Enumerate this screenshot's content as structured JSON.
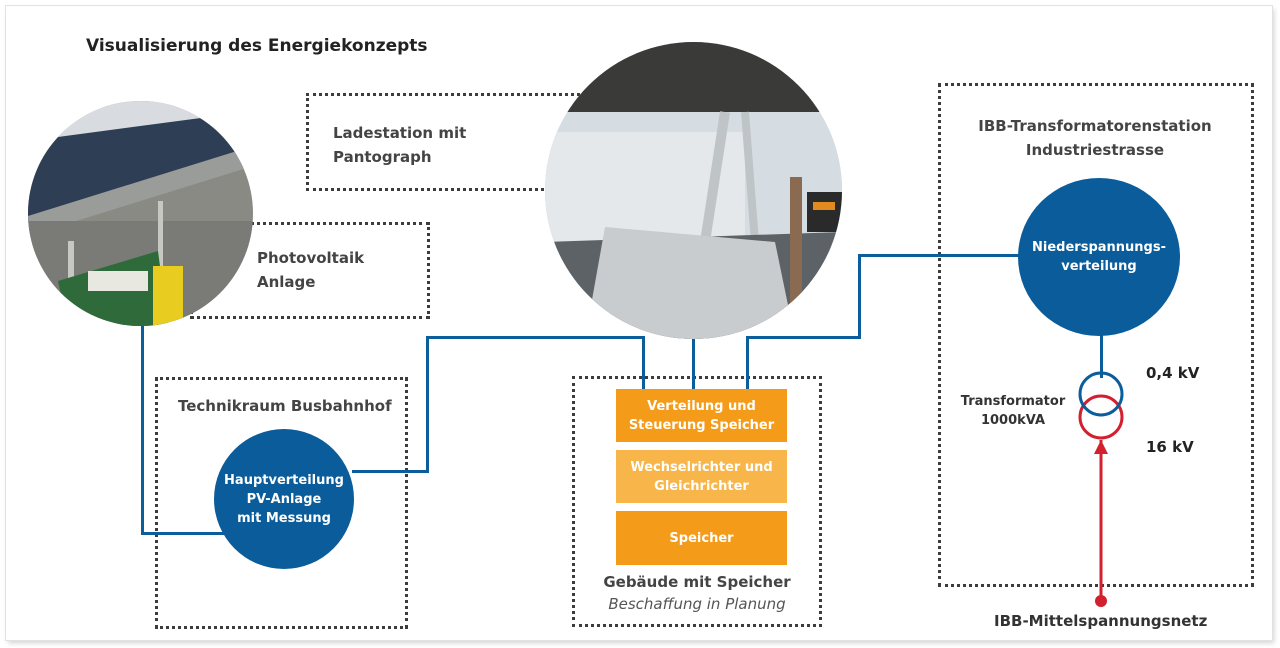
{
  "title": "Visualisierung des Energiekonzepts",
  "labels": {
    "ladestation": [
      "Ladestation mit",
      "Pantograph"
    ],
    "photovoltaik": [
      "Photovoltaik",
      "Anlage"
    ],
    "technikraum": "Technikraum Busbahnhof",
    "ibb_station": [
      "IBB-Transformatorenstation",
      "Industriestrasse"
    ],
    "gebaeude": "Gebäude mit Speicher",
    "beschaffung": "Beschaffung in Planung",
    "transformator": [
      "Transformator",
      "1000kVA"
    ],
    "v_low": "0,4 kV",
    "v_high": "16 kV",
    "mittelspannung": "IBB-Mittelspannungsnetz"
  },
  "nodes": {
    "hauptverteilung": [
      "Hauptverteilung",
      "PV-Anlage",
      "mit Messung"
    ],
    "niederspannung": [
      "Niederspannungs-",
      "verteilung"
    ]
  },
  "storage_blocks": [
    {
      "lines": [
        "Verteilung und",
        "Steuerung Speicher"
      ],
      "color": "#f49c1a"
    },
    {
      "lines": [
        "Wechselrichter und",
        "Gleichrichter"
      ],
      "color": "#f7b54a"
    },
    {
      "lines": [
        "Speicher"
      ],
      "color": "#f49c1a"
    }
  ],
  "colors": {
    "line_blue": "#0b5d9b",
    "node_blue": "#0a5c9a",
    "red": "#d3202f",
    "orange": "#f49c1a",
    "orange_light": "#f7b54a"
  }
}
